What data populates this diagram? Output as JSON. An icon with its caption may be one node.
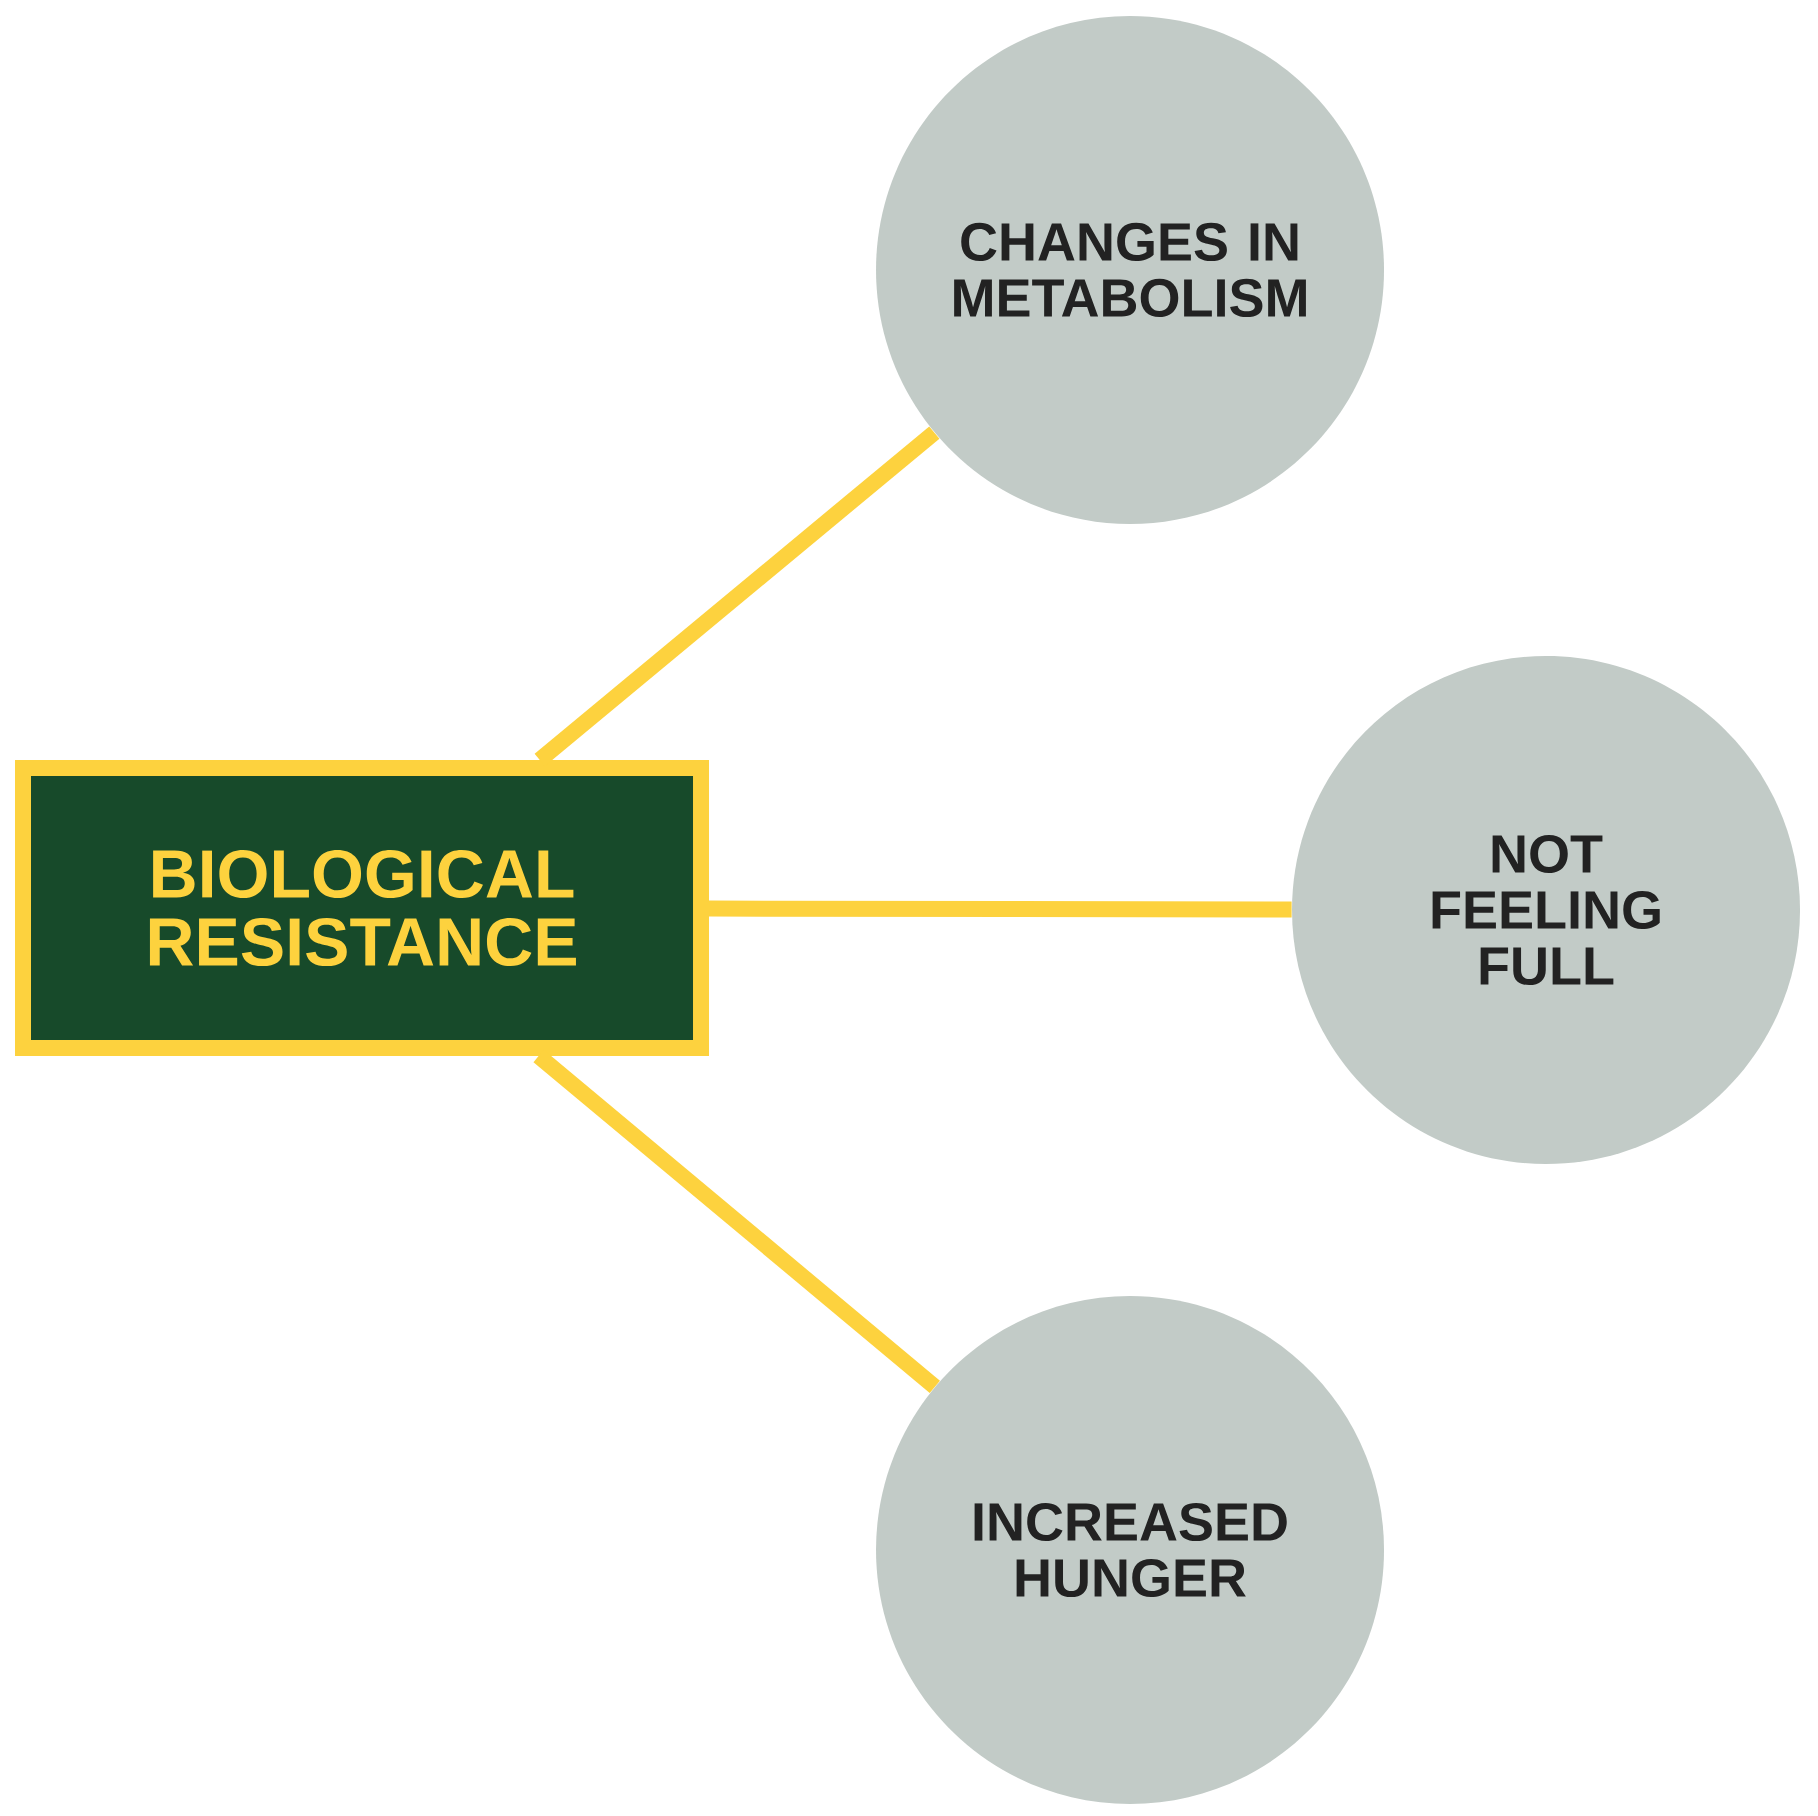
{
  "diagram": {
    "nodes": [
      {
        "text": [
          "BIOLOGICAL RESISTANCE"
        ]
      },
      {
        "text": [
          "CHANGES IN METABOLISM"
        ]
      },
      {
        "text": [
          "NOT FEELING FULL"
        ]
      },
      {
        "text": [
          "INCREASED HUNGER"
        ]
      }
    ],
    "edges": [
      {
        "from": 0,
        "to": 1,
        "arrow": "none"
      },
      {
        "from": 0,
        "to": 2,
        "arrow": "none"
      },
      {
        "from": 0,
        "to": 3,
        "arrow": "none"
      }
    ]
  }
}
